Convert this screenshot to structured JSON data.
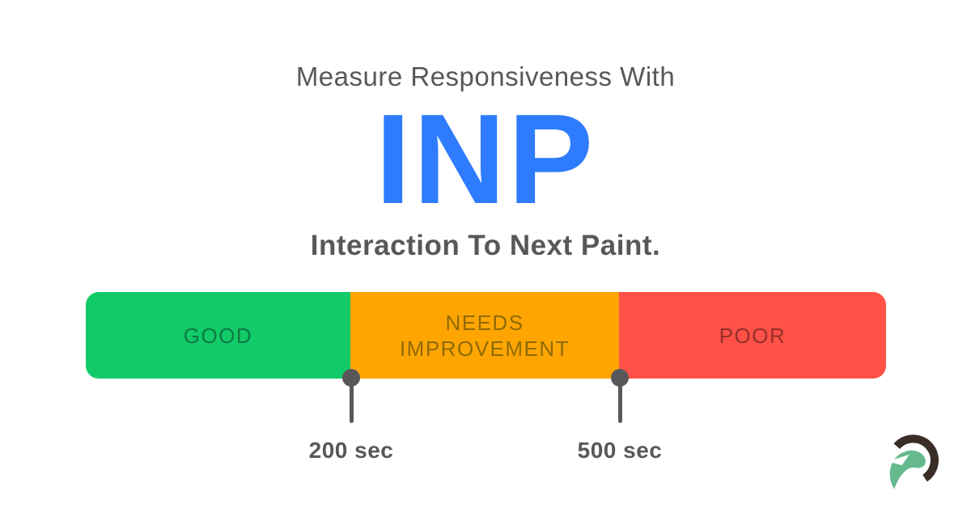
{
  "header": {
    "title": "Measure Responsiveness With",
    "acronym": "INP",
    "subtitle": "Interaction To Next Paint.",
    "accent_color": "#2E7BFE",
    "text_color": "#58585A"
  },
  "scale": {
    "segments": [
      {
        "label": "GOOD",
        "color": "#11CB69",
        "text_color": "#0E7A44"
      },
      {
        "label": "NEEDS IMPROVEMENT",
        "color": "#FFA502",
        "text_color": "#8F6A05"
      },
      {
        "label": "POOR",
        "color": "#FF5147",
        "text_color": "#942F2A"
      }
    ],
    "markers": [
      {
        "value": "200 sec"
      },
      {
        "value": "500 sec"
      }
    ],
    "marker_color": "#58585A"
  },
  "logo": {
    "name": "spartan-helmet-logo",
    "crest_color": "#3A2D28",
    "helmet_color": "#66B98D"
  }
}
